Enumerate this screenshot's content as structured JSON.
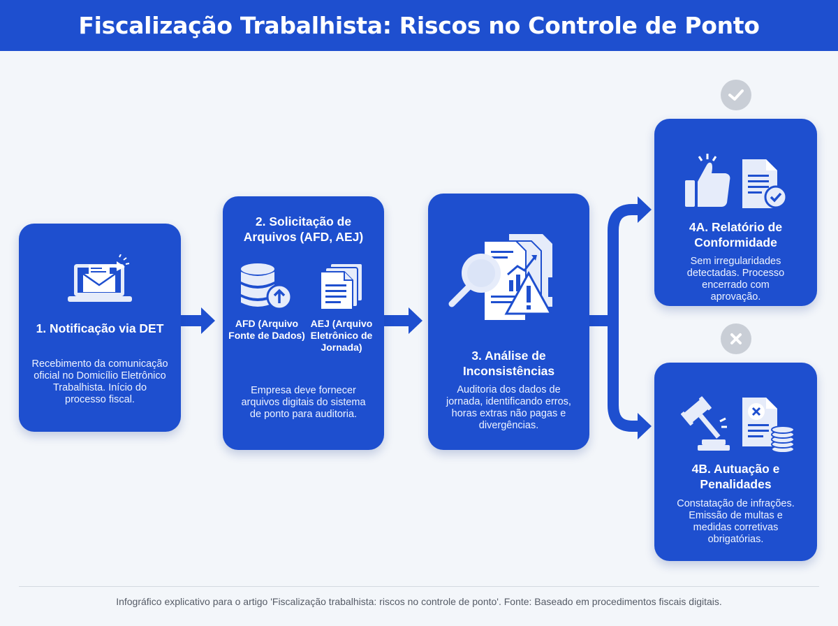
{
  "header": {
    "title": "Fiscalização Trabalhista: Riscos no Controle de Ponto"
  },
  "step1": {
    "title": "1. Notificação via DET",
    "description": "Recebimento da comunicação oficial no Domicílio Eletrônico Trabalhista. Início do processo fiscal.",
    "icon": "laptop-envelope-icon"
  },
  "step2": {
    "title": "2. Solicitação de Arquivos (AFD, AEJ)",
    "afd_label": "AFD (Arquivo Fonte de Dados)",
    "aej_label": "AEJ (Arquivo Eletrônico de Jornada)",
    "description": "Empresa deve fornecer arquivos digitais do sistema de ponto para auditoria.",
    "icons": [
      "database-upload-icon",
      "documents-stack-icon"
    ]
  },
  "step3": {
    "title": "3. Análise de Inconsistências",
    "description": "Auditoria dos dados de jornada, identificando erros, horas extras não pagas e divergências.",
    "icon": "magnifier-report-warning-icon"
  },
  "step4a": {
    "title": "4A. Relatório de Conformidade",
    "description": "Sem irregularidades detectadas. Processo encerrado com aprovação.",
    "icons": [
      "thumbs-up-icon",
      "document-check-icon"
    ],
    "status": "check-icon"
  },
  "step4b": {
    "title": "4B. Autuação e Penalidades",
    "description": "Constatação de infrações. Emissão de multas e medidas corretivas obrigatórias.",
    "icons": [
      "gavel-icon",
      "document-x-coins-icon"
    ],
    "status": "x-icon"
  },
  "footer": {
    "caption": "Infográfico explicativo para o artigo 'Fiscalização trabalhista: riscos no controle de ponto'. Fonte: Baseado em procedimentos fiscais digitais."
  },
  "colors": {
    "primary": "#1e4fcf",
    "background": "#f3f6fa",
    "icon_light": "#e6ecfa",
    "badge_gray": "#c9ced6"
  }
}
